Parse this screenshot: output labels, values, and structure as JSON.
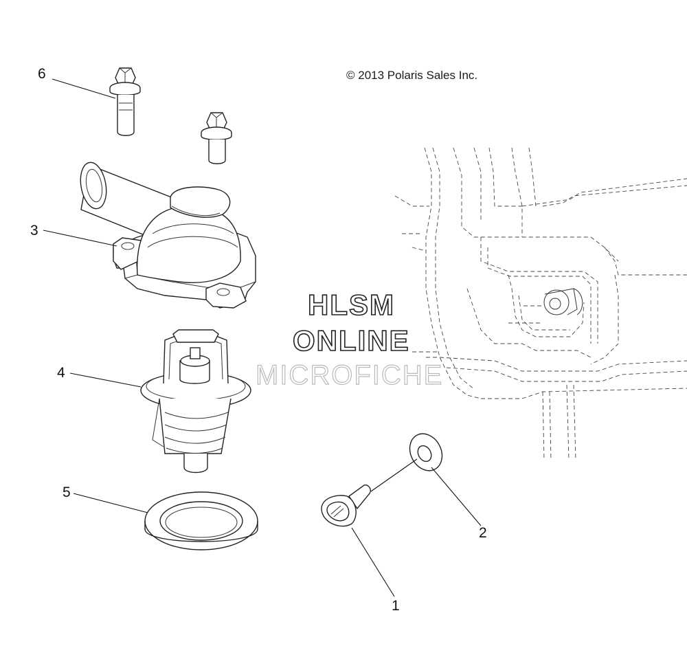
{
  "copyright": "© 2013 Polaris Sales Inc.",
  "watermark": {
    "line1": "HLSM",
    "line2": "ONLINE",
    "line3": "MICROFICHE"
  },
  "callouts": {
    "c1": "1",
    "c2": "2",
    "c3": "3",
    "c4": "4",
    "c5": "5",
    "c6": "6"
  }
}
